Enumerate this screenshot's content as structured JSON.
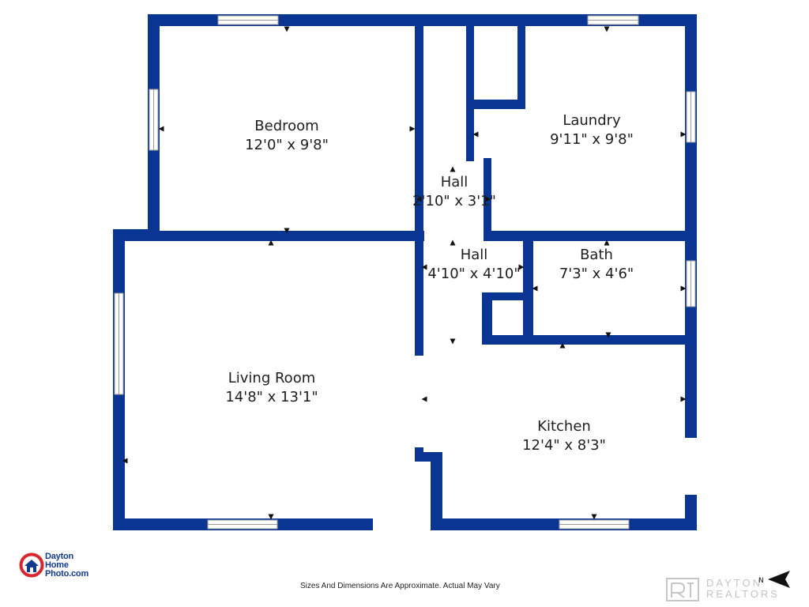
{
  "colors": {
    "wall": "#0a3592",
    "window_fill": "#ffffff",
    "window_stroke": "#9a9a9a",
    "background": "#ffffff",
    "logo_red": "#d6262e",
    "logo_blue": "#123a8c",
    "marker": "#111111"
  },
  "rooms": [
    {
      "id": "bedroom",
      "name": "Bedroom",
      "dims": "12'0\" x 9'8\""
    },
    {
      "id": "laundry",
      "name": "Laundry",
      "dims": "9'11\" x 9'8\""
    },
    {
      "id": "hall-upper",
      "name": "Hall",
      "dims": "2'10\" x 3'1\""
    },
    {
      "id": "hall-lower",
      "name": "Hall",
      "dims": "4'10\" x 4'10\""
    },
    {
      "id": "bath",
      "name": "Bath",
      "dims": "7'3\" x 4'6\""
    },
    {
      "id": "living-room",
      "name": "Living Room",
      "dims": "14'8\" x 13'1\""
    },
    {
      "id": "kitchen",
      "name": "Kitchen",
      "dims": "12'4\" x 8'3\""
    }
  ],
  "footer": {
    "disclaimer": "Sizes And Dimensions Are Approximate. Actual May Vary"
  },
  "logo": {
    "line1": "Dayton",
    "line2": "Home",
    "line3": "Photo.com",
    "icon": "house-in-circle-icon"
  },
  "watermark": {
    "line1": "DAYTON",
    "line2": "REALTORS",
    "icon": "realtors-logo-icon"
  },
  "compass": {
    "label": "N",
    "icon": "north-arrow-icon"
  }
}
